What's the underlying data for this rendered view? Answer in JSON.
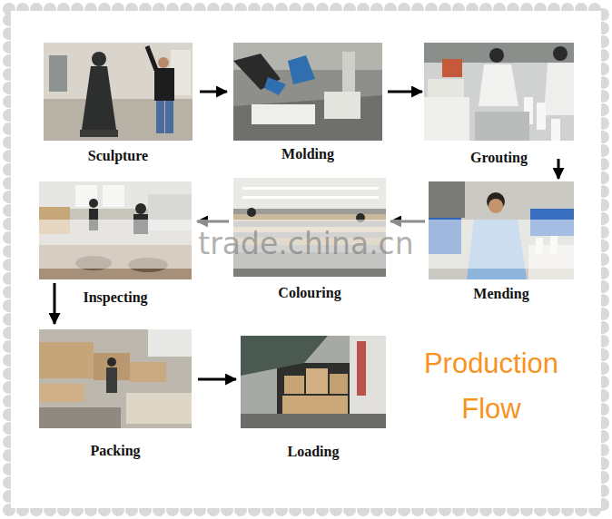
{
  "diagram": {
    "title": "Production Flow",
    "nodes": [
      {
        "text": [
          "Sculpture"
        ]
      },
      {
        "text": [
          "Molding"
        ]
      },
      {
        "text": [
          "Grouting"
        ]
      },
      {
        "text": [
          "Mending"
        ]
      },
      {
        "text": [
          "Colouring"
        ]
      },
      {
        "text": [
          "Inspecting"
        ]
      },
      {
        "text": [
          "Packing"
        ]
      },
      {
        "text": [
          "Loading"
        ]
      }
    ],
    "edges": [
      {
        "from": 0,
        "to": 1,
        "arrow": "to"
      },
      {
        "from": 1,
        "to": 2,
        "arrow": "to"
      },
      {
        "from": 2,
        "to": 3,
        "arrow": "to"
      },
      {
        "from": 3,
        "to": 4,
        "arrow": "to"
      },
      {
        "from": 4,
        "to": 5,
        "arrow": "to"
      },
      {
        "from": 5,
        "to": 6,
        "arrow": "to"
      },
      {
        "from": 6,
        "to": 7,
        "arrow": "to"
      }
    ],
    "labels": [
      "trade.china.cn"
    ]
  }
}
